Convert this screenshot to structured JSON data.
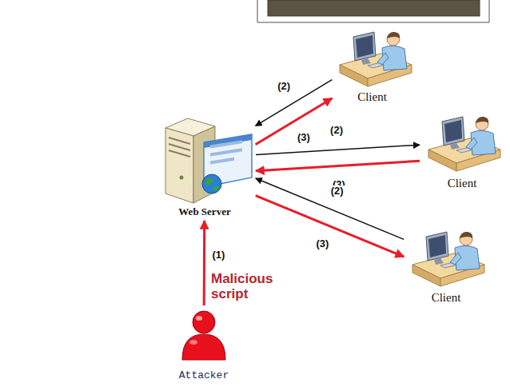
{
  "diagram": {
    "nodes": [
      {
        "text": [
          "Client"
        ]
      },
      {
        "text": [
          "Client"
        ]
      },
      {
        "text": [
          "Web Server"
        ]
      },
      {
        "text": [
          "Client"
        ]
      },
      {
        "text": [
          "Attacker"
        ]
      }
    ],
    "edges": [
      {
        "from": 0,
        "to": 2,
        "label": "(2)",
        "arrow": "to"
      },
      {
        "from": 2,
        "to": 0,
        "label": "(3)",
        "arrow": "to"
      },
      {
        "from": 2,
        "to": 1,
        "label": "(2)",
        "arrow": "to"
      },
      {
        "from": 1,
        "to": 2,
        "label": "(3)",
        "arrow": "to"
      },
      {
        "from": 3,
        "to": 2,
        "label": "(2)",
        "arrow": "to"
      },
      {
        "from": 2,
        "to": 3,
        "label": "(3)",
        "arrow": "to"
      },
      {
        "from": 4,
        "to": 2,
        "label": "(1)",
        "arrow": "to"
      }
    ],
    "labels": [
      "Malicious script"
    ]
  }
}
